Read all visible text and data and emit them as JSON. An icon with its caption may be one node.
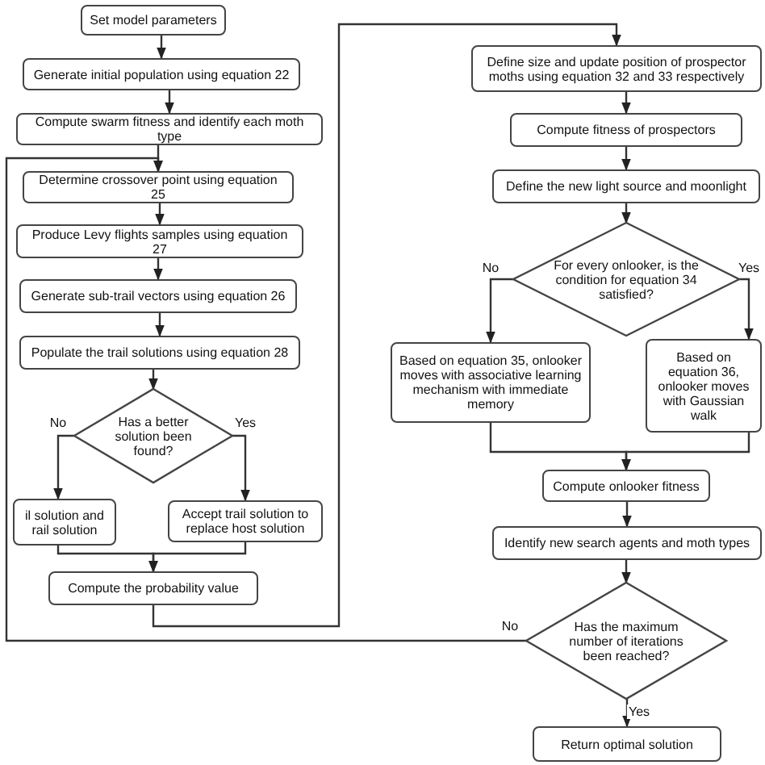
{
  "diagram": {
    "nodes": [
      {
        "text": [
          "Set model parameters"
        ]
      },
      {
        "text": [
          "Generate initial population using equation 22"
        ]
      },
      {
        "text": [
          "Compute swarm fitness and identify each moth type"
        ]
      },
      {
        "text": [
          "Determine crossover point using equation 25"
        ]
      },
      {
        "text": [
          "Produce Levy flights samples using equation 27"
        ]
      },
      {
        "text": [
          "Generate sub-trail vectors using equation 26"
        ]
      },
      {
        "text": [
          "Populate the trail solutions using equation 28"
        ]
      },
      {
        "text": [
          "Has a better solution been found?"
        ]
      },
      {
        "text": [
          "il solution and rail solution"
        ]
      },
      {
        "text": [
          "Accept trail solution to replace host solution"
        ]
      },
      {
        "text": [
          "Compute the probability value"
        ]
      },
      {
        "text": [
          "Define size and update position of prospector moths using equation 32 and 33 respectively"
        ]
      },
      {
        "text": [
          "Compute fitness of prospectors"
        ]
      },
      {
        "text": [
          "Define the new light source and moonlight"
        ]
      },
      {
        "text": [
          "For every onlooker, is the condition for equation 34 satisfied?"
        ]
      },
      {
        "text": [
          "Based on equation 35, onlooker moves with associative learning mechanism with immediate memory"
        ]
      },
      {
        "text": [
          "Based on equation 36, onlooker moves with Gaussian walk"
        ]
      },
      {
        "text": [
          "Compute onlooker fitness"
        ]
      },
      {
        "text": [
          "Identify new search agents and moth types"
        ]
      },
      {
        "text": [
          "Has the maximum number of iterations been reached?"
        ]
      },
      {
        "text": [
          "Return optimal solution"
        ]
      }
    ],
    "edges": [
      {
        "from": 0,
        "to": 1,
        "arrow": "to"
      },
      {
        "from": 1,
        "to": 2,
        "arrow": "to"
      },
      {
        "from": 2,
        "to": 3,
        "arrow": "to"
      },
      {
        "from": 3,
        "to": 4,
        "arrow": "to"
      },
      {
        "from": 4,
        "to": 5,
        "arrow": "to"
      },
      {
        "from": 5,
        "to": 6,
        "arrow": "to"
      },
      {
        "from": 6,
        "to": 7,
        "arrow": "to"
      },
      {
        "from": 7,
        "to": 8,
        "arrow": "to",
        "label": "No"
      },
      {
        "from": 7,
        "to": 9,
        "arrow": "to",
        "label": "Yes"
      },
      {
        "from": 8,
        "to": 10,
        "arrow": "to"
      },
      {
        "from": 9,
        "to": 10,
        "arrow": "to"
      },
      {
        "from": 10,
        "to": 11,
        "arrow": "to"
      },
      {
        "from": 11,
        "to": 12,
        "arrow": "to"
      },
      {
        "from": 12,
        "to": 13,
        "arrow": "to"
      },
      {
        "from": 13,
        "to": 14,
        "arrow": "to"
      },
      {
        "from": 14,
        "to": 15,
        "arrow": "to",
        "label": "No"
      },
      {
        "from": 14,
        "to": 16,
        "arrow": "to",
        "label": "Yes"
      },
      {
        "from": 15,
        "to": 17,
        "arrow": "to"
      },
      {
        "from": 16,
        "to": 17,
        "arrow": "to"
      },
      {
        "from": 17,
        "to": 18,
        "arrow": "to"
      },
      {
        "from": 18,
        "to": 19,
        "arrow": "to"
      },
      {
        "from": 19,
        "to": 3,
        "arrow": "to",
        "label": "No"
      },
      {
        "from": 19,
        "to": 20,
        "arrow": "to",
        "label": "Yes"
      }
    ]
  }
}
